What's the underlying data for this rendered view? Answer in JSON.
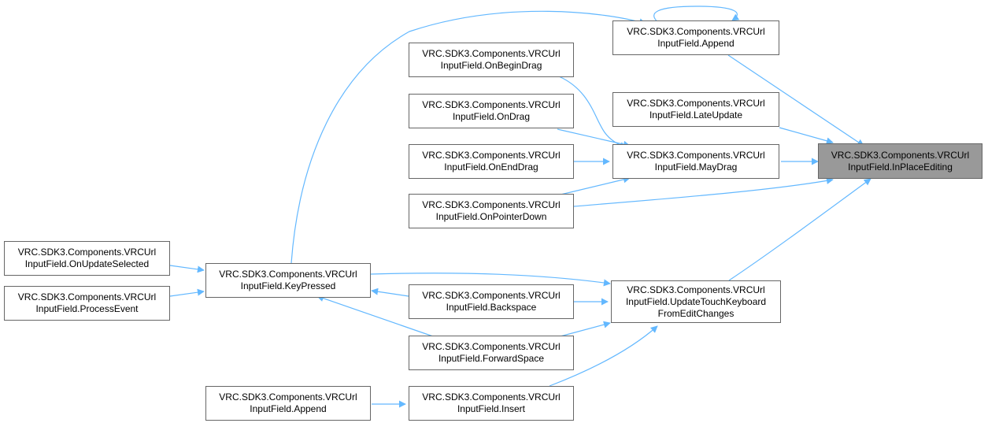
{
  "colors": {
    "edge": "#63b8ff",
    "node_border": "#666666",
    "focus_fill": "#999999",
    "node_fill": "#ffffff"
  },
  "nodes": {
    "inplaceediting": {
      "line1": "VRC.SDK3.Components.VRCUrl",
      "line2": "InputField.InPlaceEditing"
    },
    "append_top": {
      "line1": "VRC.SDK3.Components.VRCUrl",
      "line2": "InputField.Append"
    },
    "latemupdate": {
      "line1": "VRC.SDK3.Components.VRCUrl",
      "line2": "InputField.LateUpdate"
    },
    "maydrag": {
      "line1": "VRC.SDK3.Components.VRCUrl",
      "line2": "InputField.MayDrag"
    },
    "updatetouch": {
      "line1": "VRC.SDK3.Components.VRCUrl",
      "line2": "InputField.UpdateTouchKeyboard",
      "line3": "FromEditChanges"
    },
    "onbegindrag": {
      "line1": "VRC.SDK3.Components.VRCUrl",
      "line2": "InputField.OnBeginDrag"
    },
    "ondrag": {
      "line1": "VRC.SDK3.Components.VRCUrl",
      "line2": "InputField.OnDrag"
    },
    "onenddrag": {
      "line1": "VRC.SDK3.Components.VRCUrl",
      "line2": "InputField.OnEndDrag"
    },
    "onpointerdown": {
      "line1": "VRC.SDK3.Components.VRCUrl",
      "line2": "InputField.OnPointerDown"
    },
    "backspace": {
      "line1": "VRC.SDK3.Components.VRCUrl",
      "line2": "InputField.Backspace"
    },
    "forwardspace": {
      "line1": "VRC.SDK3.Components.VRCUrl",
      "line2": "InputField.ForwardSpace"
    },
    "insert": {
      "line1": "VRC.SDK3.Components.VRCUrl",
      "line2": "InputField.Insert"
    },
    "keypressed": {
      "line1": "VRC.SDK3.Components.VRCUrl",
      "line2": "InputField.KeyPressed"
    },
    "append_bottom": {
      "line1": "VRC.SDK3.Components.VRCUrl",
      "line2": "InputField.Append"
    },
    "onupdateselected": {
      "line1": "VRC.SDK3.Components.VRCUrl",
      "line2": "InputField.OnUpdateSelected"
    },
    "processevent": {
      "line1": "VRC.SDK3.Components.VRCUrl",
      "line2": "InputField.ProcessEvent"
    }
  },
  "edges": [
    {
      "from": "append_top",
      "to": "inplaceediting"
    },
    {
      "from": "latemupdate",
      "to": "inplaceediting"
    },
    {
      "from": "maydrag",
      "to": "inplaceediting"
    },
    {
      "from": "onpointerdown",
      "to": "inplaceediting"
    },
    {
      "from": "updatetouch",
      "to": "inplaceediting"
    },
    {
      "from": "append_top",
      "to": "append_top"
    },
    {
      "from": "keypressed",
      "to": "append_top"
    },
    {
      "from": "onbegindrag",
      "to": "maydrag"
    },
    {
      "from": "ondrag",
      "to": "maydrag"
    },
    {
      "from": "onenddrag",
      "to": "maydrag"
    },
    {
      "from": "onpointerdown",
      "to": "maydrag"
    },
    {
      "from": "keypressed",
      "to": "updatetouch"
    },
    {
      "from": "backspace",
      "to": "updatetouch"
    },
    {
      "from": "forwardspace",
      "to": "updatetouch"
    },
    {
      "from": "insert",
      "to": "updatetouch"
    },
    {
      "from": "onupdateselected",
      "to": "keypressed"
    },
    {
      "from": "processevent",
      "to": "keypressed"
    },
    {
      "from": "backspace",
      "to": "keypressed"
    },
    {
      "from": "forwardspace",
      "to": "keypressed"
    },
    {
      "from": "append_bottom",
      "to": "insert"
    }
  ]
}
